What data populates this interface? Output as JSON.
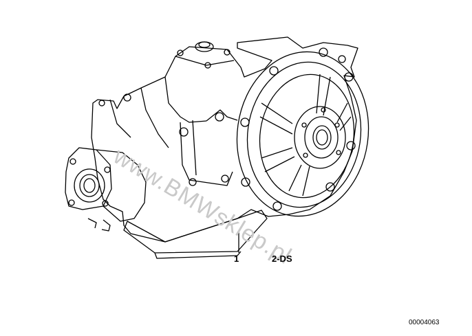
{
  "diagram": {
    "part_number": "1",
    "variant_code": "2-DS",
    "image_code": "00004063",
    "watermark": "www.BMWsklep.pl"
  },
  "colors": {
    "line": "#000000",
    "background": "#ffffff",
    "watermark": "#c9c9c9"
  }
}
